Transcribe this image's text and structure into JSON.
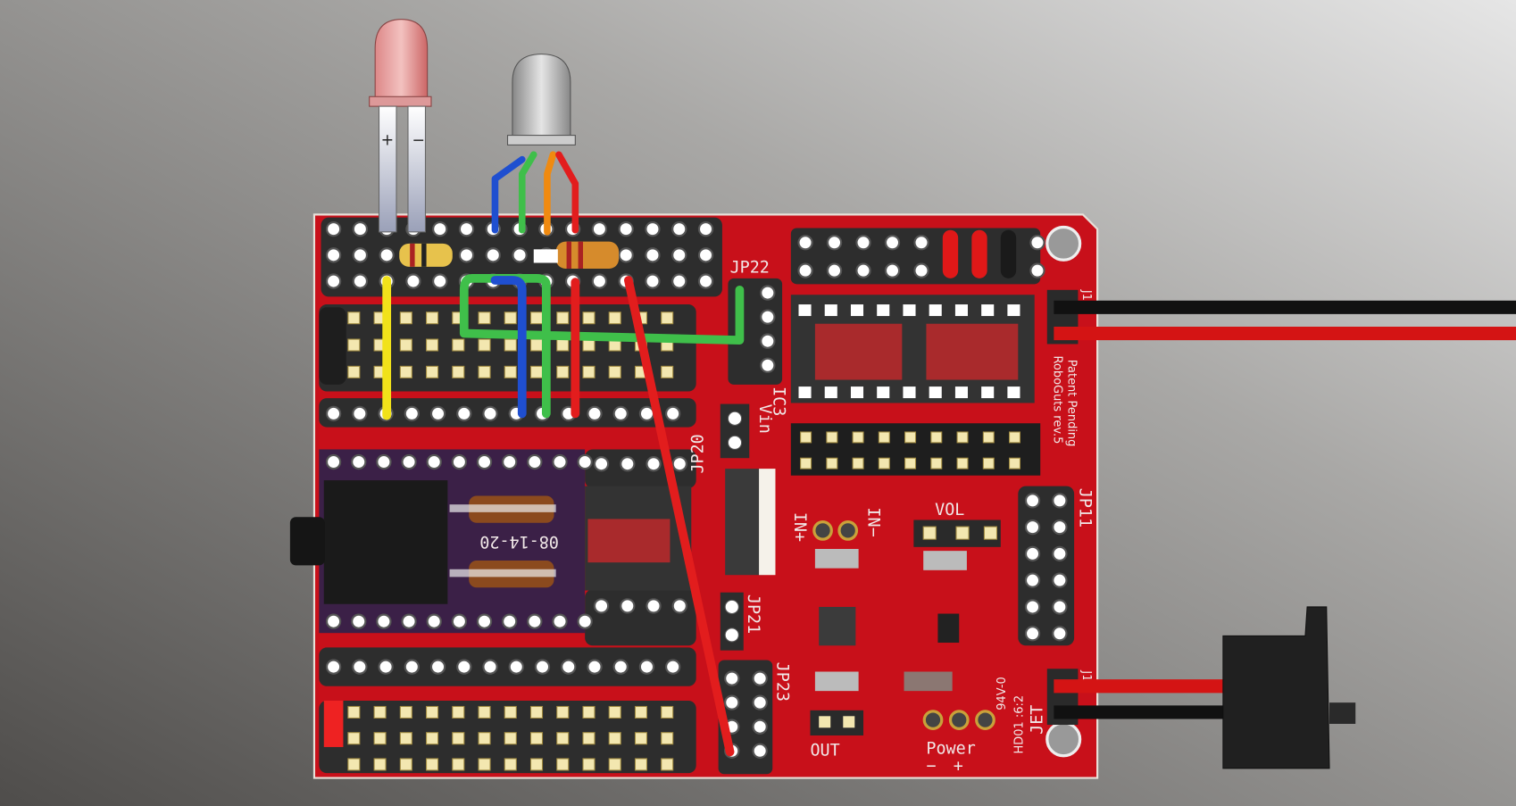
{
  "board": {
    "name": "RoboGuts rev.5",
    "patent": "Patent Pending",
    "cert": "94V-0",
    "maker": "JET",
    "datecode": "HD01 :6:2"
  },
  "labels": {
    "jp22": "JP22",
    "jp20": "JP20",
    "vin": "Vin",
    "ic3": "IC3",
    "jp21": "JP21",
    "jp23": "JP23",
    "in_plus": "IN+",
    "in_minus": "IN−",
    "vol": "VOL",
    "out": "OUT",
    "power": "Power",
    "jp11": "JP11",
    "j1_top": "J1",
    "j1_bottom": "J1",
    "plus": "+",
    "minus": "−"
  },
  "module": {
    "date": "08-14-20"
  },
  "led_red": {
    "plus": "+",
    "minus": "−"
  },
  "colors": {
    "board": "#c8101a",
    "module": "#3b2047",
    "wire_yellow": "#f1e21a",
    "wire_green": "#3fbf4a",
    "wire_blue": "#1f4fd0",
    "wire_red": "#e21d1d",
    "wire_orange": "#f08a10"
  }
}
